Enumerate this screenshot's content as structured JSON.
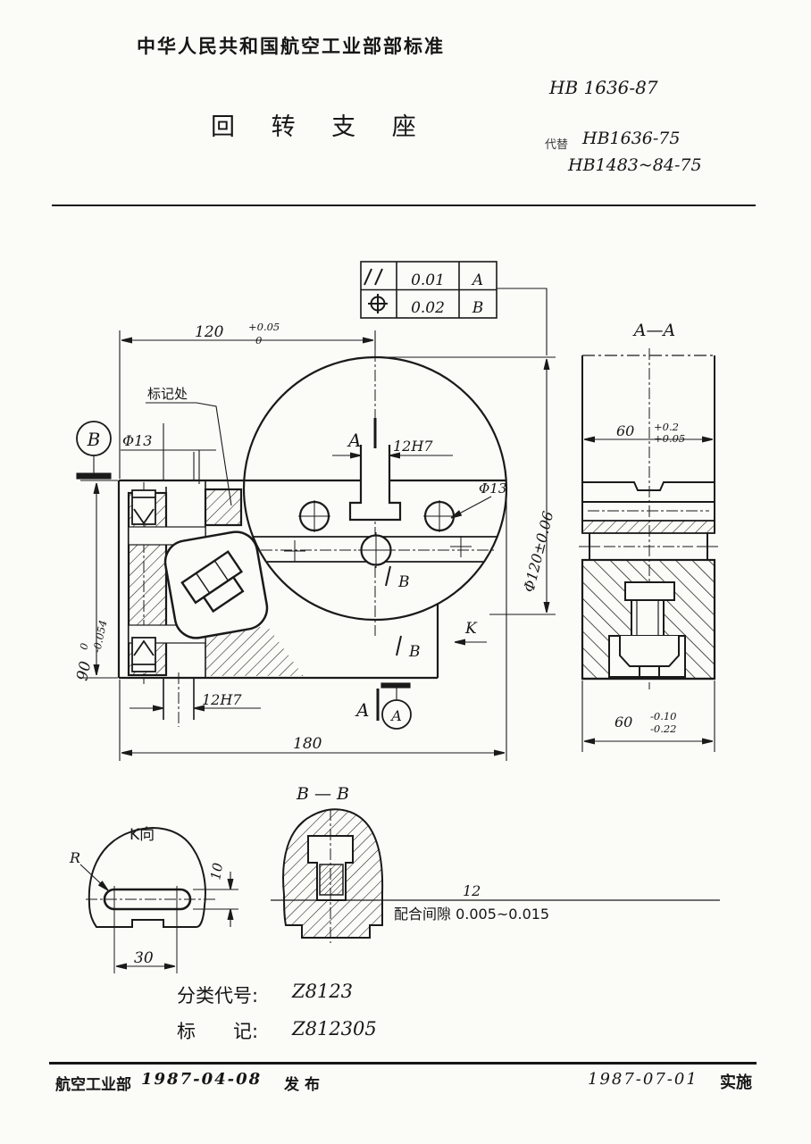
{
  "doc": {
    "header": "中华人民共和国航空工业部部标准",
    "standard_no": "HB 1636-87",
    "title": "回 转 支 座",
    "replaces_label": "代替",
    "replaces_line1": "HB1636-75",
    "replaces_line2": "HB1483~84-75",
    "class_label": "分类代号:",
    "class_code": "Z8123",
    "mark_label": "标　　记:",
    "mark_code": "Z812305",
    "footer_issuer": "航空工业部",
    "footer_issue_date": "1987-04-08",
    "footer_issue_word": "发布",
    "footer_effective_date": "1987-07-01",
    "footer_effective_word": "实施"
  },
  "tolerance_frame": {
    "rows": [
      {
        "symbol_name": "parallelism",
        "value": "0.01",
        "datum": "A"
      },
      {
        "symbol_name": "true-position",
        "value": "0.02",
        "datum": "B"
      }
    ]
  },
  "drawing": {
    "front_view": {
      "mark_spot": "标记处",
      "dia13_left": "Φ13",
      "dia13_right": "Φ13",
      "slot_top": "12H7",
      "slot_bottom": "12H7",
      "datum_a": "A",
      "datum_b": "B",
      "cut_a": "A",
      "cut_b": "B",
      "view_k": "K",
      "dim_120": {
        "v": "120",
        "u": "+0.05",
        "l": "0"
      },
      "dim_90": {
        "v": "90",
        "u": "0",
        "l": "-0.054"
      },
      "dim_180": "180",
      "dia_120": "Φ120±0.06"
    },
    "section_aa": {
      "title": "A—A",
      "dim_top": {
        "v": "60",
        "u": "+0.2",
        "l": "+0.05"
      },
      "dim_bottom": {
        "v": "60",
        "u": "-0.10",
        "l": "-0.22"
      }
    },
    "view_k": {
      "title": "K向",
      "radius": "R",
      "dim_10": "10",
      "dim_30": "30"
    },
    "section_bb": {
      "title": "B — B",
      "dim_12": "12",
      "clearance_note": "配合间隙 0.005~0.015"
    }
  }
}
